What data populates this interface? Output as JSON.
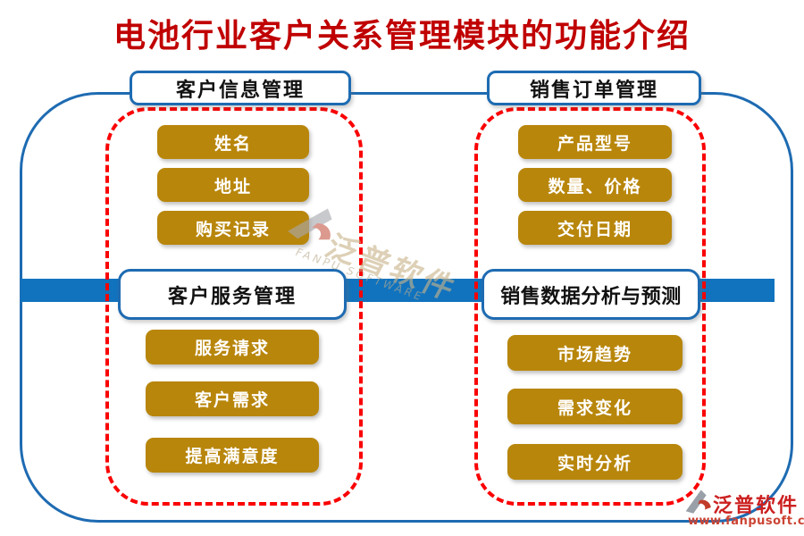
{
  "diagram": {
    "title": "电池行业客户关系管理模块的功能介绍",
    "groups": [
      {
        "name": "customer-info",
        "header": "客户信息管理",
        "buttons": [
          "姓名",
          "地址",
          "购买记录"
        ]
      },
      {
        "name": "sales-order",
        "header": "销售订单管理",
        "buttons": [
          "产品型号",
          "数量、价格",
          "交付日期"
        ]
      },
      {
        "name": "customer-service",
        "header": "客户服务管理",
        "buttons": [
          "服务请求",
          "客户需求",
          "提高满意度"
        ]
      },
      {
        "name": "sales-forecast",
        "header": "销售数据分析与预测",
        "buttons": [
          "市场趋势",
          "需求变化",
          "实时分析"
        ]
      }
    ]
  },
  "watermark": {
    "brand": "泛普软件",
    "brand_sub": "FANPU SOFTWARE",
    "site": "www.fanpusoft.com"
  },
  "colors": {
    "accent_blue": "#1173BE",
    "border_blue": "#1E6BB2",
    "gold": "#B8860B",
    "dashed_red": "#FA0000",
    "title_red": "#C00000"
  }
}
